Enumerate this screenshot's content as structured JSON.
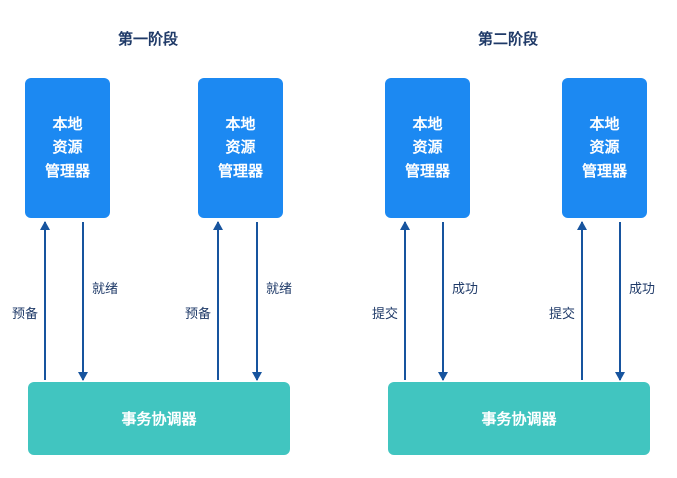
{
  "diagram_type": "two-phase-commit",
  "phases": [
    {
      "title": "第一阶段",
      "manager_label": "本地\n资源\n管理器",
      "coordinator_label": "事务协调器",
      "request_label": "预备",
      "response_label": "就绪"
    },
    {
      "title": "第二阶段",
      "manager_label": "本地\n资源\n管理器",
      "coordinator_label": "事务协调器",
      "request_label": "提交",
      "response_label": "成功"
    }
  ],
  "colors": {
    "manager_blue": "#1c89f2",
    "coordinator_teal": "#41c5c0",
    "arrow_navy": "#17549e",
    "text_navy": "#1f3a68",
    "canvas_bg": "#ffffff"
  }
}
